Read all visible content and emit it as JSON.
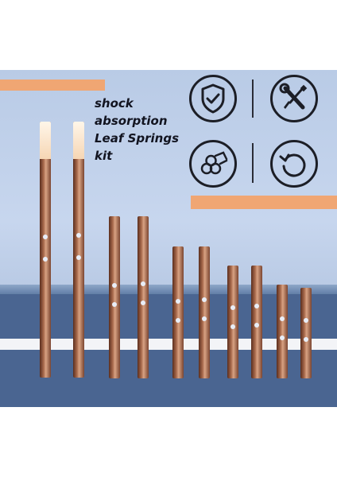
{
  "title_lines": [
    "shock",
    "absorption",
    "Leaf Springs",
    "kit"
  ],
  "icons": [
    "shield-check-icon",
    "wrench-screwdriver-icon",
    "rolled-metal-icon",
    "refresh-icon"
  ],
  "colors": {
    "accent_orange": "#f0a673",
    "background_blue": "#c7d6ee",
    "floor_blue": "#4a6591",
    "icon_stroke": "#1c1e26"
  }
}
